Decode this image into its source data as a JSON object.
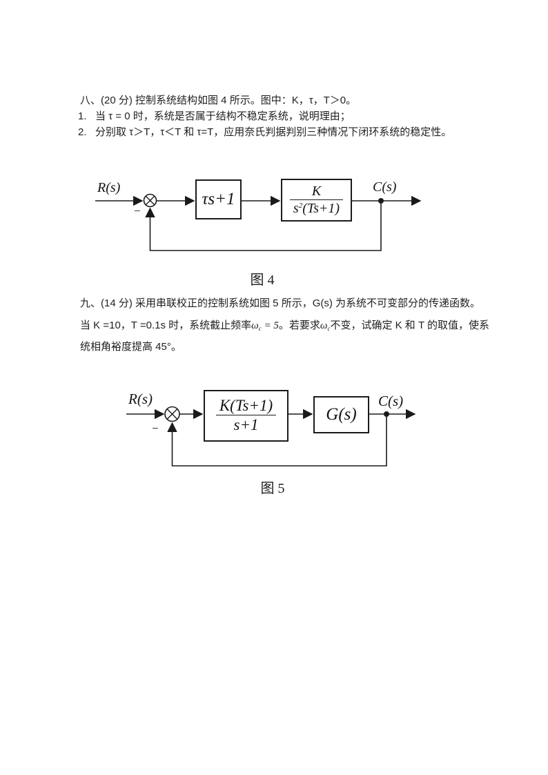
{
  "question8": {
    "heading": "八、(20 分) 控制系统结构如图 4 所示。图中：K，τ，T＞0。",
    "items": [
      {
        "number": "1.",
        "text": "当 τ = 0 时，系统是否属于结构不稳定系统，说明理由；"
      },
      {
        "number": "2.",
        "text": "分别取 τ＞T，τ＜T 和 τ=T，应用奈氏判据判别三种情况下闭环系统的稳定性。"
      }
    ]
  },
  "figure4": {
    "input_label": "R(s)",
    "output_label": "C(s)",
    "minus_sign": "−",
    "block1_label": "τs+1",
    "block2_numerator": "K",
    "block2_den_base": "s",
    "block2_den_sup": "2",
    "block2_den_rest": "(Ts+1)",
    "caption": "图 4"
  },
  "question9": {
    "line1": "九、(14 分) 采用串联校正的控制系统如图 5 所示，G(s) 为系统不可变部分的传递函数。",
    "line2": {
      "pre": "当 K =10，T =0.1s 时，系统截止频率",
      "omega1": "ω",
      "sub1": "c",
      "eq": " = 5",
      "mid": "。若要求",
      "omega2": "ω",
      "sub2": "c",
      "post": "不变，试确定 K 和 T 的取值，使系"
    },
    "line3": "统相角裕度提高 45°。"
  },
  "figure5": {
    "input_label": "R(s)",
    "output_label": "C(s)",
    "minus_sign": "−",
    "block1_numerator": "K(Ts+1)",
    "block1_denominator": "s+1",
    "block2_label": "G(s)",
    "caption": "图 5"
  }
}
